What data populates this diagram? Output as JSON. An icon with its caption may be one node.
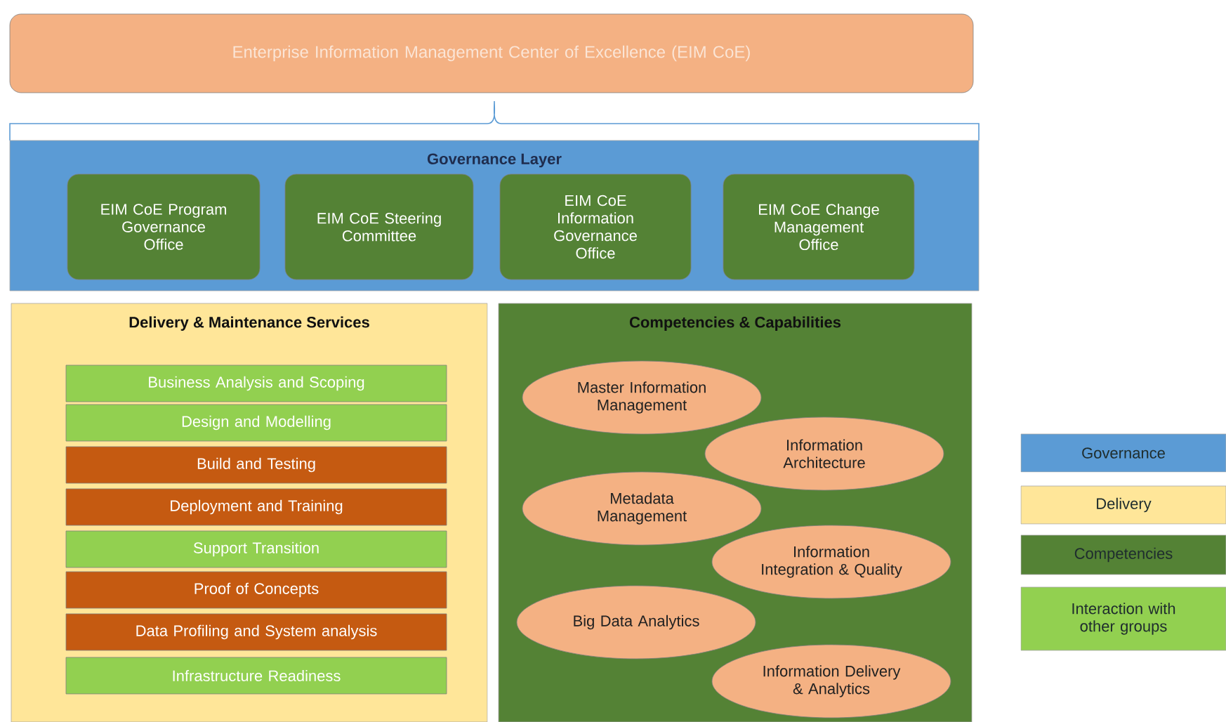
{
  "diagram": {
    "nodes": [
      {
        "text": [
          "Enterprise Information Management Center of Excellence (EIM CoE)"
        ]
      },
      {
        "text": [
          "Governance Layer"
        ]
      },
      {
        "text": [
          "EIM CoE Program Governance Office"
        ],
        "in": 1
      },
      {
        "text": [
          "EIM CoE Steering Committee"
        ],
        "in": 1
      },
      {
        "text": [
          "EIM CoE Information Governance Office"
        ],
        "in": 1
      },
      {
        "text": [
          "EIM CoE Change Management Office"
        ],
        "in": 1
      },
      {
        "text": [
          "Delivery & Maintenance Services"
        ]
      },
      {
        "text": [
          "Business Analysis and Scoping"
        ],
        "in": 6
      },
      {
        "text": [
          "Design and Modelling"
        ],
        "in": 6
      },
      {
        "text": [
          "Build and Testing"
        ],
        "in": 6
      },
      {
        "text": [
          "Deployment and Training"
        ],
        "in": 6
      },
      {
        "text": [
          "Support Transition"
        ],
        "in": 6
      },
      {
        "text": [
          "Proof of Concepts"
        ],
        "in": 6
      },
      {
        "text": [
          "Data Profiling and System analysis"
        ],
        "in": 6
      },
      {
        "text": [
          "Infrastructure Readiness"
        ],
        "in": 6
      },
      {
        "text": [
          "Competencies & Capabilities"
        ]
      },
      {
        "text": [
          "Master Information Management"
        ],
        "in": 15
      },
      {
        "text": [
          "Information Architecture"
        ],
        "in": 15
      },
      {
        "text": [
          "Metadata Management"
        ],
        "in": 15
      },
      {
        "text": [
          "Information Integration & Quality"
        ],
        "in": 15
      },
      {
        "text": [
          "Big Data Analytics"
        ],
        "in": 15
      },
      {
        "text": [
          "Information Delivery & Analytics"
        ],
        "in": 15
      }
    ],
    "legend": [
      {
        "text": "Governance",
        "color": "#5b9bd5"
      },
      {
        "text": "Delivery",
        "color": "#ffe699"
      },
      {
        "text": "Competencies",
        "color": "#548235"
      },
      {
        "text": "Interaction with other groups",
        "color": "#92d050"
      }
    ]
  }
}
